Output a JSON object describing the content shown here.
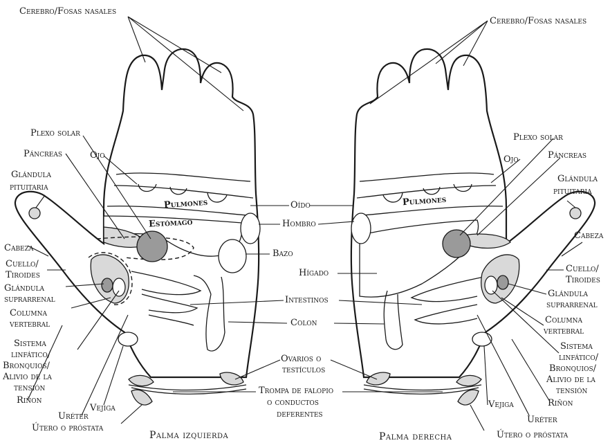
{
  "labels": {
    "cerebro_left": "Cerebro/Fosas nasales",
    "cerebro_right": "Cerebro/Fosas nasales",
    "plexo_left": "Plexo solar",
    "plexo_right": "Plexo solar",
    "pancreas_left": "Páncreas",
    "pancreas_right": "Páncreas",
    "ojo_left": "Ojo",
    "ojo_right": "Ojo",
    "pituitaria_left_1": "Glándula",
    "pituitaria_left_2": "pituitaria",
    "pituitaria_right_1": "Glándula",
    "pituitaria_right_2": "pituitaria",
    "pulmones_left": "Pulmones",
    "pulmones_right": "Pulmones",
    "estomago": "Estómago",
    "oido": "Oído",
    "hombro": "Hombro",
    "bazo": "Bazo",
    "higado": "Hígado",
    "intestinos": "Intestinos",
    "colon": "Colon",
    "cabeza_left": "Cabeza",
    "cabeza_right": "Cabeza",
    "cuello_left_1": "Cuello/",
    "cuello_left_2": "Tiroides",
    "cuello_right_1": "Cuello/",
    "cuello_right_2": "Tiroides",
    "suprarrenal_left_1": "Glándula",
    "suprarrenal_left_2": "suprarrenal",
    "suprarrenal_right_1": "Glándula",
    "suprarrenal_right_2": "suprarrenal",
    "columna_left_1": "Columna",
    "columna_left_2": "vertebral",
    "columna_right_1": "Columna",
    "columna_right_2": "vertebral",
    "linfatico_left_1": "Sistema",
    "linfatico_left_2": "linfático/",
    "linfatico_left_3": "Bronquios/",
    "linfatico_left_4": "Alivio de la",
    "linfatico_left_5": "tensión",
    "linfatico_right_1": "Sistema",
    "linfatico_right_2": "linfático/",
    "linfatico_right_3": "Bronquios/",
    "linfatico_right_4": "Alivio de la",
    "linfatico_right_5": "tensión",
    "rinon_left": "Riñon",
    "rinon_right": "Riñon",
    "vejiga_left": "Vejiga",
    "vejiga_right": "Vejiga",
    "ureter_left": "Uréter",
    "ureter_right": "Uréter",
    "utero_left": "Útero o próstata",
    "utero_right": "Útero o próstata",
    "ovarios_1": "Ovarios o",
    "ovarios_2": "testículos",
    "trompa_1": "Trompa de falopio",
    "trompa_2": "o conductos",
    "trompa_3": "deferentes"
  },
  "titles": {
    "left": "Palma izquierda",
    "right": "Palma derecha"
  }
}
